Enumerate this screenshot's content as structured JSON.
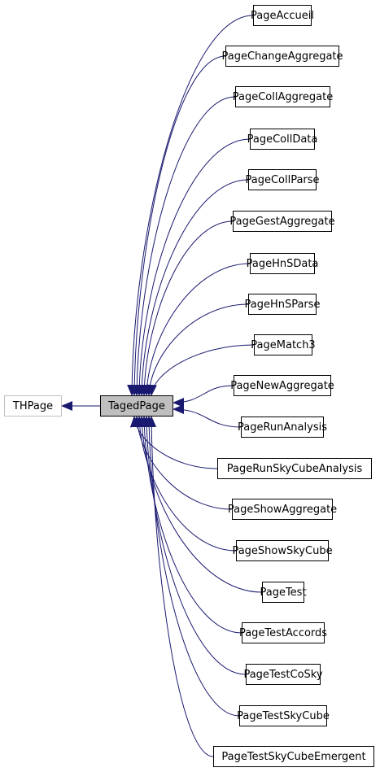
{
  "diagram": {
    "base": "THPage",
    "focus": "TagedPage",
    "derived": [
      "PageAccueil",
      "PageChangeAggregate",
      "PageCollAggregate",
      "PageCollData",
      "PageCollParse",
      "PageGestAggregate",
      "PageHnSData",
      "PageHnSParse",
      "PageMatch3",
      "PageNewAggregate",
      "PageRunAnalysis",
      "PageRunSkyCubeAnalysis",
      "PageShowAggregate",
      "PageShowSkyCube",
      "PageTest",
      "PageTestAccords",
      "PageTestCoSky",
      "PageTestSkyCube",
      "PageTestSkyCubeEmergent"
    ],
    "colors": {
      "edge": "#191970",
      "node_border": "#000000",
      "base_border": "#bfbfbf",
      "focus_fill": "#bfbfbf",
      "background": "#ffffff"
    }
  }
}
